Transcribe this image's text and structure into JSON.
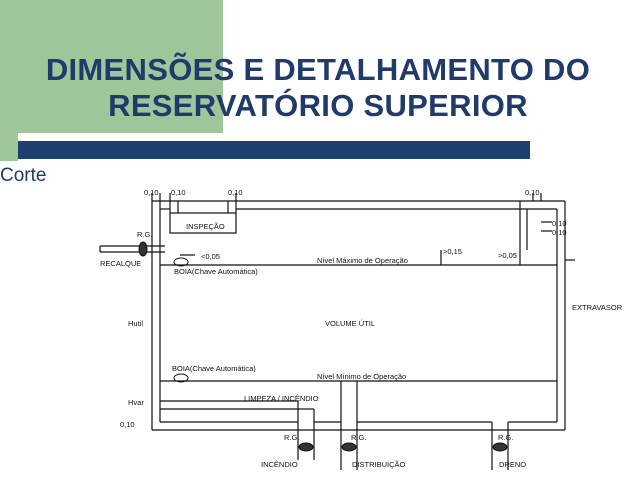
{
  "slide": {
    "title_line1": "DIMENSÕES E DETALHAMENTO DO",
    "title_line2": "RESERVATÓRIO SUPERIOR",
    "subtitle": "Corte"
  },
  "diagram": {
    "dim_top_1": "0,10",
    "dim_top_2": "0,10",
    "dim_top_3": "0,10",
    "dim_top_4": "0,10",
    "dim_right_1": "0,10",
    "dim_right_2": "0,10",
    "dim_bottom": "0,10",
    "rg_top": "R.G.",
    "inspecao": "INSPEÇÃO",
    "recalque": "RECALQUE",
    "lt_005": "<0,05",
    "boia_top": "BOIA(Chave Automática)",
    "nivel_max": "Nível Máximo de Operação",
    "gt_015": ">0,15",
    "gt_005": ">0,05",
    "extravasor": "EXTRAVASOR",
    "hutil": "Hutil",
    "volume_util": "VOLUME ÚTIL",
    "boia_bottom": "BOIA(Chave Automática)",
    "nivel_min": "Nível Mínimo de Operação",
    "hvar": "Hvar",
    "limpeza": "LIMPEZA  /  INCÊNDIO",
    "rg_1": "R.G.",
    "rg_2": "R.G.",
    "rg_3": "R.G.",
    "incendio": "INCÊNDIO",
    "distribuicao": "DISTRIBUIÇÃO",
    "dreno": "DRENO"
  }
}
